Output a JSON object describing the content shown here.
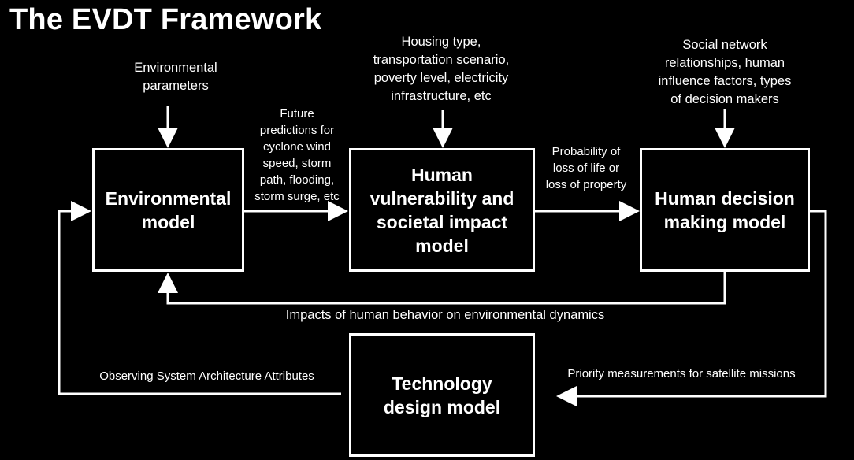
{
  "title": "The EVDT Framework",
  "boxes": {
    "environmental": [
      "Environmental",
      "model"
    ],
    "vulnerability": [
      "Human",
      "vulnerability and",
      "societal impact",
      "model"
    ],
    "decision": [
      "Human decision",
      "making model"
    ],
    "technology": [
      "Technology",
      "design model"
    ]
  },
  "labels": {
    "env_params": [
      "Environmental",
      "parameters"
    ],
    "future_predictions": [
      "Future",
      "predictions for",
      "cyclone wind",
      "speed, storm",
      "path, flooding,",
      "storm surge, etc"
    ],
    "housing": [
      "Housing type,",
      "transportation scenario,",
      "poverty level, electricity",
      "infrastructure, etc"
    ],
    "probability": [
      "Probability of",
      "loss of life or",
      "loss of property"
    ],
    "social": [
      "Social network",
      "relationships, human",
      "influence factors, types",
      "of decision makers"
    ],
    "impacts": "Impacts of human behavior on environmental dynamics",
    "observing": "Observing System Architecture Attributes",
    "priority": "Priority measurements for satellite missions"
  },
  "colors": {
    "background": "#000000",
    "foreground": "#ffffff"
  }
}
